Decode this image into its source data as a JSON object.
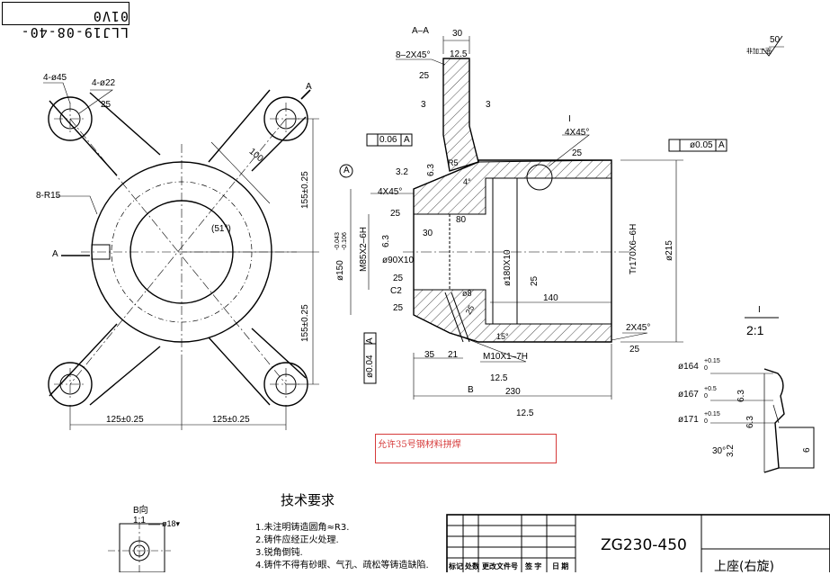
{
  "drawing_code": "LLJ19-08-40-01V0",
  "front_view": {
    "holes_large": "4-ø45",
    "holes_small": "4-ø22",
    "holes_small_roughness": "25",
    "fillet": "8-R15",
    "section_mark": "A",
    "dim_100": "100",
    "angle_51": "(51°)",
    "dim_155_upper": "155±0.25",
    "dim_155_lower": "155±0.25",
    "dim_125_left": "125±0.25",
    "dim_125_right": "125±0.25"
  },
  "section_view": {
    "title": "A–A",
    "dim_30_top": "30",
    "roughness_12_5_top": "12.5",
    "chamfer_8": "8–2X45°",
    "roughness_25_a": "25",
    "dim_3_a": "3",
    "dim_3_b": "3",
    "perp_tol": "0.06",
    "perp_datum": "A",
    "roughness_6_3_a": "6.3",
    "r5": "R5",
    "angle_4": "4°",
    "roughness_3_2": "3.2",
    "datum_circle": "A",
    "chamfer_4x45_left": "4X45°",
    "roughness_25_b": "25",
    "dim_80": "80",
    "dim_30_inner": "30",
    "thread_m85": "M85X2–6H",
    "roughness_6_3_b": "6.3",
    "dim_150": "ø150",
    "dim_150_tol_up": "-0.043",
    "dim_150_tol_low": "-0.106",
    "bore_90": "ø90X10",
    "roughness_25_c": "25",
    "c2": "C2",
    "roughness_25_d": "25",
    "dim_8": "ø8",
    "roughness_25_e": "25",
    "angle_15": "15°",
    "runout_tol": "ø0.04",
    "runout_datum": "A",
    "dim_35": "35",
    "dim_21": "21",
    "thread_m10": "M10X1–7H",
    "roughness_12_5_b": "12.5",
    "view_b": "B",
    "dim_230": "230",
    "roughness_12_5_c": "12.5",
    "detail_mark": "I",
    "chamfer_4x45_top": "4X45°",
    "roughness_25_f": "25",
    "conc_tol": "ø0.05",
    "conc_datum": "A",
    "bore_180": "ø180X10",
    "roughness_25_g": "25",
    "dim_140": "140",
    "thread_tr170": "Tr170X6–6H",
    "dim_215": "ø215",
    "chamfer_2x45": "2X45°",
    "roughness_25_h": "25"
  },
  "finish_note": {
    "label": "非加工面",
    "value": "50"
  },
  "detail_view": {
    "title": "I",
    "scale": "2:1",
    "dim_164": "ø164",
    "dim_164_tol": "+0.15",
    "dim_164_low": "0",
    "dim_167": "ø167",
    "dim_167_tol": "+0.5",
    "dim_167_low": "0",
    "dim_171": "ø171",
    "dim_171_tol": "+0.15",
    "dim_171_low": "0",
    "roughness_6_3": "6.3",
    "roughness_6_3_b": "6.3",
    "angle_30": "30°",
    "roughness_3_2": "3.2",
    "dim_6": "6"
  },
  "weld_note": "允许35号钢材料拼焊",
  "view_b": {
    "title": "B向",
    "scale": "1:1",
    "hole": "ø18▾"
  },
  "tech_requirements": {
    "title": "技术要求",
    "items": [
      "1.未注明铸造圆角≈R3.",
      "2.铸件应经正火处理.",
      "3.锐角倒钝.",
      "4.铸件不得有砂眼、气孔、疏松等铸造缺陷."
    ]
  },
  "title_block": {
    "material": "ZG230-450",
    "part_name": "上座(右旋)",
    "headers": [
      "标记",
      "处数",
      "更改文件号",
      "签 字",
      "日 期"
    ]
  }
}
